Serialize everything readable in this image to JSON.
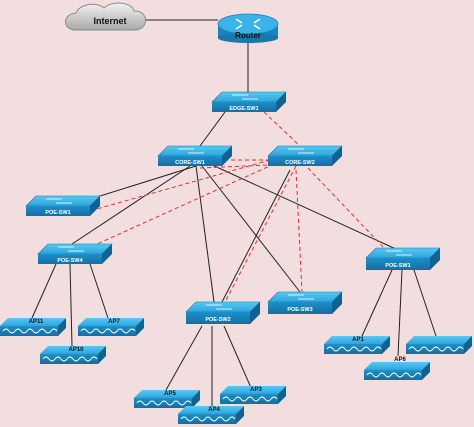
{
  "internet": {
    "label": "Internet"
  },
  "router": {
    "label": "Router"
  },
  "switches": {
    "edge_sw1": "EDGE-SW1",
    "core_sw1": "CORE-SW1",
    "core_sw2": "CORE-SW2",
    "poe_sw1_left": "POE-SW1",
    "poe_sw4": "POE-SW4",
    "poe_sw2": "POE-SW2",
    "poe_sw3": "POE-SW3",
    "poe_sw1_right": "POE-SW1"
  },
  "access_points": {
    "ap11": "AP11",
    "ap7": "AP7",
    "ap10": "AP10",
    "ap5": "AP5",
    "ap4": "AP4",
    "ap3": "AP3",
    "ap1": "AP1",
    "ap6": "AP6"
  },
  "colors": {
    "background": "#f2dede",
    "device": "#1e9ad6",
    "redundant_link": "#e03030",
    "link": "#222222"
  }
}
